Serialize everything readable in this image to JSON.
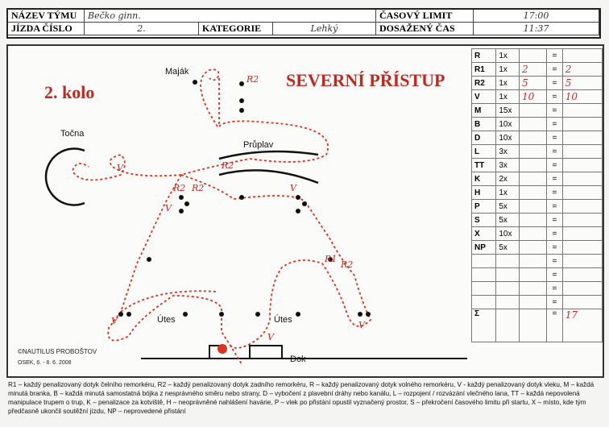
{
  "header": {
    "team_label": "NÁZEV TÝMU",
    "team_value": "Bečko ginn.",
    "ride_label": "JÍZDA ČÍSLO",
    "ride_value": "2.",
    "category_label": "KATEGORIE",
    "category_value": "Lehký",
    "time_limit_label": "ČASOVÝ LIMIT",
    "time_limit_value": "17:00",
    "time_achieved_label": "DOSAŽENÝ ČAS",
    "time_achieved_value": "11:37"
  },
  "map": {
    "title": "SEVERNÍ PŘÍSTUP",
    "round": "2. kolo",
    "labels": {
      "lighthouse": "Maják",
      "turntable": "Točna",
      "channel": "Průplav",
      "cliff1": "Útes",
      "cliff2": "Útes",
      "dock": "Dok"
    },
    "marks": [
      "R2",
      "R2",
      "R2",
      "R2",
      "V",
      "V",
      "V",
      "V",
      "V",
      "R1",
      "R2",
      "V"
    ],
    "credit": "©NAUTILUS PROBOŠTOV",
    "place_date": "OSEK, 6. - 8. 6. 2008",
    "colors": {
      "path": "#e0301e",
      "buoy": "#111"
    }
  },
  "penalties": {
    "rows": [
      {
        "code": "R",
        "mult": "1x",
        "count": "",
        "result": ""
      },
      {
        "code": "R1",
        "mult": "1x",
        "count": "2",
        "result": "2"
      },
      {
        "code": "R2",
        "mult": "1x",
        "count": "5",
        "result": "5"
      },
      {
        "code": "V",
        "mult": "1x",
        "count": "10",
        "result": "10"
      },
      {
        "code": "M",
        "mult": "15x",
        "count": "",
        "result": ""
      },
      {
        "code": "B",
        "mult": "10x",
        "count": "",
        "result": ""
      },
      {
        "code": "D",
        "mult": "10x",
        "count": "",
        "result": ""
      },
      {
        "code": "L",
        "mult": "3x",
        "count": "",
        "result": ""
      },
      {
        "code": "TT",
        "mult": "3x",
        "count": "",
        "result": ""
      },
      {
        "code": "K",
        "mult": "2x",
        "count": "",
        "result": ""
      },
      {
        "code": "H",
        "mult": "1x",
        "count": "",
        "result": ""
      },
      {
        "code": "P",
        "mult": "5x",
        "count": "",
        "result": ""
      },
      {
        "code": "S",
        "mult": "5x",
        "count": "",
        "result": ""
      },
      {
        "code": "X",
        "mult": "10x",
        "count": "",
        "result": ""
      },
      {
        "code": "NP",
        "mult": "5x",
        "count": "",
        "result": ""
      },
      {
        "code": "",
        "mult": "",
        "count": "",
        "result": ""
      },
      {
        "code": "",
        "mult": "",
        "count": "",
        "result": ""
      },
      {
        "code": "",
        "mult": "",
        "count": "",
        "result": ""
      },
      {
        "code": "",
        "mult": "",
        "count": "",
        "result": ""
      }
    ],
    "equals": "=",
    "sum_symbol": "Σ",
    "sum_value": "17"
  },
  "legend": "R1 – každý penalizovaný dotyk čelního remorkéru, R2 – každý penalizovaný dotyk zadního remorkéru, R – každý penalizovaný dotyk volného remorkéru, V - každý penalizovaný dotyk vleku, M – každá minutá branka, B – každá minutá samostatná bójka z nesprávného směru nebo strany, D – vybočení z plavební dráhy nebo kanálu, L – rozpojení / rozvázání vlečného lana, TT – každá nepovolená manipulace trupem o trup, K – penalizace za kotviště, H – neoprávněné nahlášení havárie, P – vlek po přistání opustil vyznačený prostor, S – překročení časového limitu při startu, X – místo, kde tým předčasně ukončil soutěžní jízdu, NP – neprovedené přistání"
}
